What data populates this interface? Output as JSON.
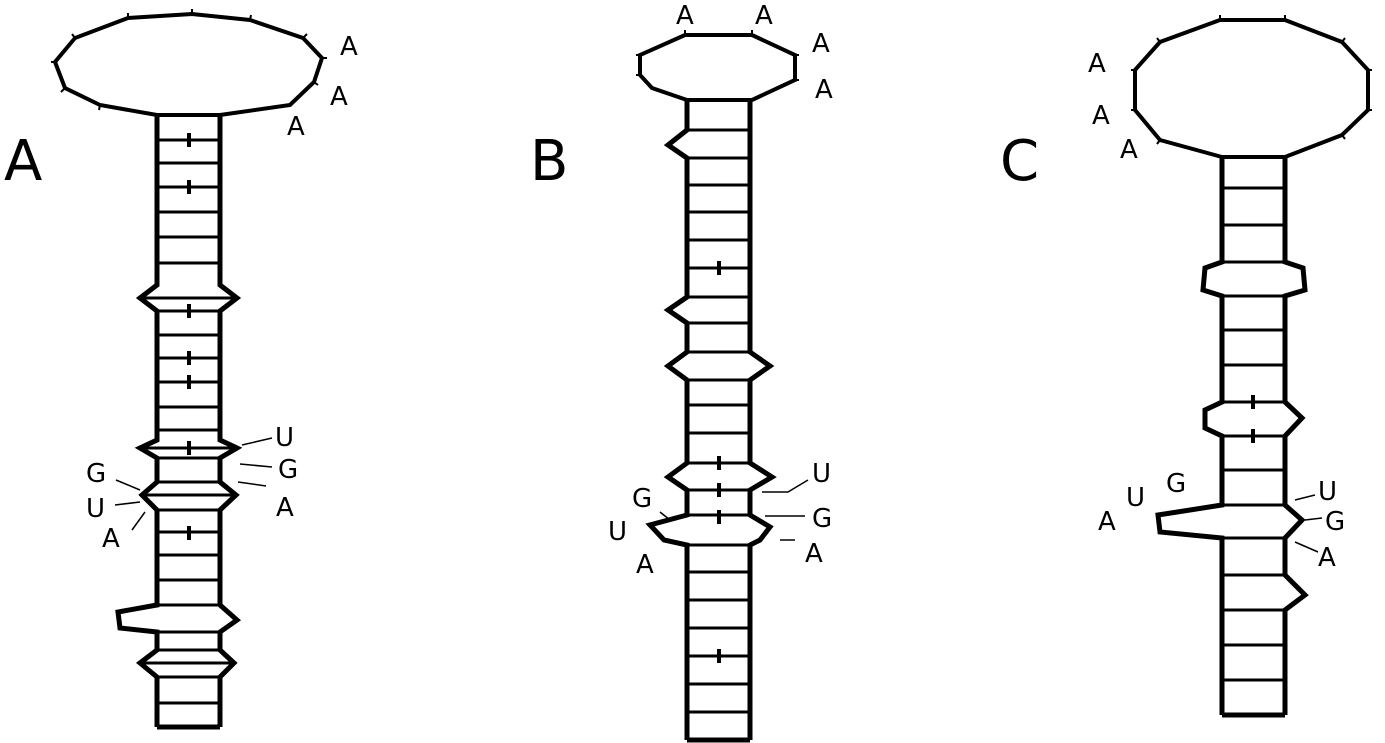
{
  "panels": [
    {
      "id": "A",
      "label": "A",
      "loop_nts": [
        "A",
        "A",
        "A"
      ],
      "motif_nts": [
        "U",
        "G",
        "A",
        "G",
        "U",
        "A"
      ]
    },
    {
      "id": "B",
      "label": "B",
      "loop_nts": [
        "A",
        "A",
        "A",
        "A"
      ],
      "motif_nts": [
        "U",
        "G",
        "A",
        "G",
        "U",
        "A"
      ]
    },
    {
      "id": "C",
      "label": "C",
      "loop_nts": [
        "A",
        "A",
        "A"
      ],
      "motif_nts": [
        "U",
        "G",
        "A",
        "G",
        "U",
        "A"
      ]
    }
  ]
}
